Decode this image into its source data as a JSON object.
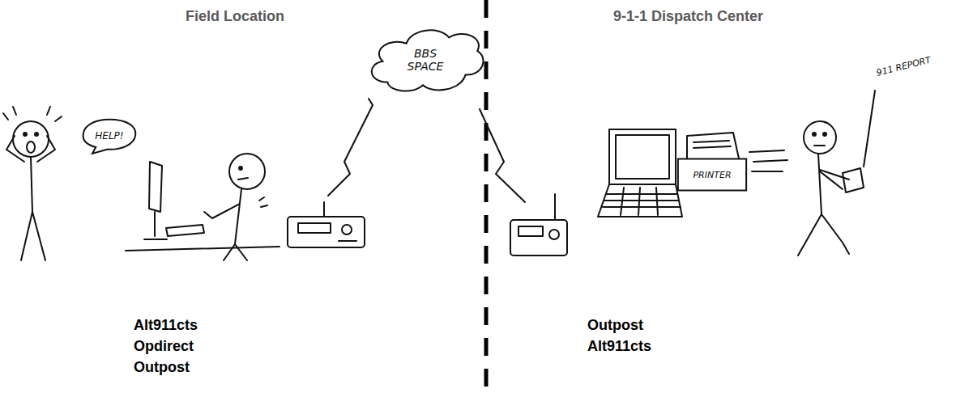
{
  "diagram": {
    "nodes": [
      {
        "text": [
          "HELP!"
        ]
      },
      {
        "text": [
          "BBS SPACE"
        ]
      },
      {
        "text": [
          "PRINTER"
        ]
      }
    ],
    "labels": [
      "Field Location",
      "9-1-1 Dispatch Center",
      "911 REPORT",
      "Alt911cts",
      "Opdirect",
      "Outpost",
      "Outpost",
      "Alt911cts"
    ]
  }
}
